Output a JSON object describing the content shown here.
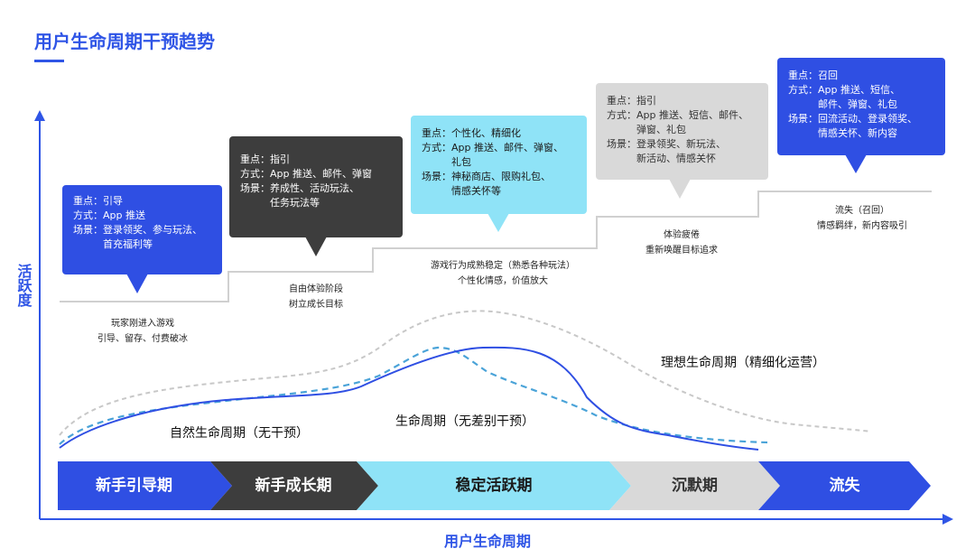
{
  "title": "用户生命周期干预趋势",
  "y_axis_label": "活跃度",
  "x_axis_label": "用户生命周期",
  "callouts": [
    {
      "rows": [
        [
          "重点：",
          "引导"
        ],
        [
          "方式：",
          "App 推送"
        ],
        [
          "场景：",
          "登录领奖、参与玩法、\n首充福利等"
        ]
      ]
    },
    {
      "rows": [
        [
          "重点：",
          "指引"
        ],
        [
          "方式：",
          "App 推送、邮件、弹窗"
        ],
        [
          "场景：",
          "养成性、活动玩法、\n任务玩法等"
        ]
      ]
    },
    {
      "rows": [
        [
          "重点：",
          "个性化、精细化"
        ],
        [
          "方式：",
          "App 推送、邮件、弹窗、\n礼包"
        ],
        [
          "场景：",
          "神秘商店、限购礼包、\n情感关怀等"
        ]
      ]
    },
    {
      "rows": [
        [
          "重点：",
          "指引"
        ],
        [
          "方式：",
          "App 推送、短信、邮件、\n弹窗、礼包"
        ],
        [
          "场景：",
          "登录领奖、新玩法、\n新活动、情感关怀"
        ]
      ]
    },
    {
      "rows": [
        [
          "重点：",
          "召回"
        ],
        [
          "方式：",
          "App 推送、短信、\n邮件、弹窗、礼包"
        ],
        [
          "场景：",
          "回流活动、登录领奖、\n情感关怀、新内容"
        ]
      ]
    }
  ],
  "stage_descriptions": [
    "玩家刚进入游戏\n引导、留存、付费破冰",
    "自由体验阶段\n树立成长目标",
    "游戏行为成熟稳定（熟悉各种玩法）\n个性化情感，价值放大",
    "体验疲倦\n重新唤醒目标追求",
    "流失（召回）\n情感羁绊，新内容吸引"
  ],
  "curve_labels": {
    "natural": "自然生命周期（无干预）",
    "undifferentiated": "生命周期（无差别干预）",
    "ideal": "理想生命周期（精细化运营）"
  },
  "stages": [
    {
      "label": "新手引导期",
      "color": "#2f4fe3",
      "text_color": "#ffffff"
    },
    {
      "label": "新手成长期",
      "color": "#3d3d3d",
      "text_color": "#ffffff"
    },
    {
      "label": "稳定活跃期",
      "color": "#8fe3f7",
      "text_color": "#1a1a1a"
    },
    {
      "label": "沉默期",
      "color": "#d9d9d9",
      "text_color": "#333333"
    },
    {
      "label": "流失",
      "color": "#2f4fe3",
      "text_color": "#ffffff"
    }
  ],
  "colors": {
    "accent": "#2f55e6",
    "natural_curve": "#2f4fe3",
    "undifferentiated_curve": "#4aa3d8",
    "ideal_curve": "#c8c8c8",
    "step_line": "#d0d0d0"
  }
}
